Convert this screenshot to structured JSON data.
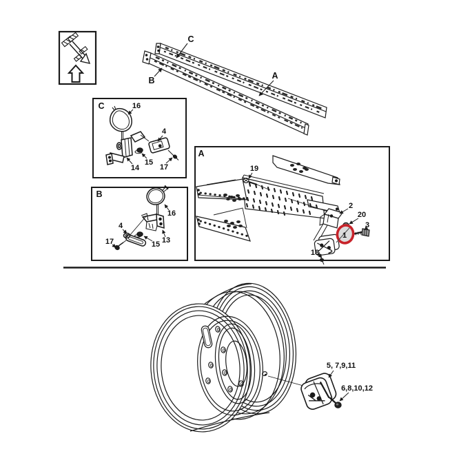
{
  "page": {
    "background": "#ffffff",
    "ink_color": "#1a1a1a"
  },
  "highlight": {
    "color": "#c8232a",
    "inner_fill": "#dcdcdc",
    "part": "1"
  },
  "rails": {
    "c": "C",
    "b": "B",
    "a": "A"
  },
  "inset_c": {
    "title": "C",
    "n16": "16",
    "n4": "4",
    "n15": "15",
    "n14": "14",
    "n17": "17"
  },
  "inset_b": {
    "title": "B",
    "n16": "16",
    "n4": "4",
    "n17": "17",
    "n15": "15",
    "n13": "13"
  },
  "inset_a": {
    "title": "A",
    "n19": "19",
    "n2": "2",
    "n20": "20",
    "n3": "3",
    "n1": "1",
    "n18": "18"
  },
  "wheel": {
    "sensor_parts": "5, 7,9,11",
    "screw_parts": "6,8,10,12"
  }
}
